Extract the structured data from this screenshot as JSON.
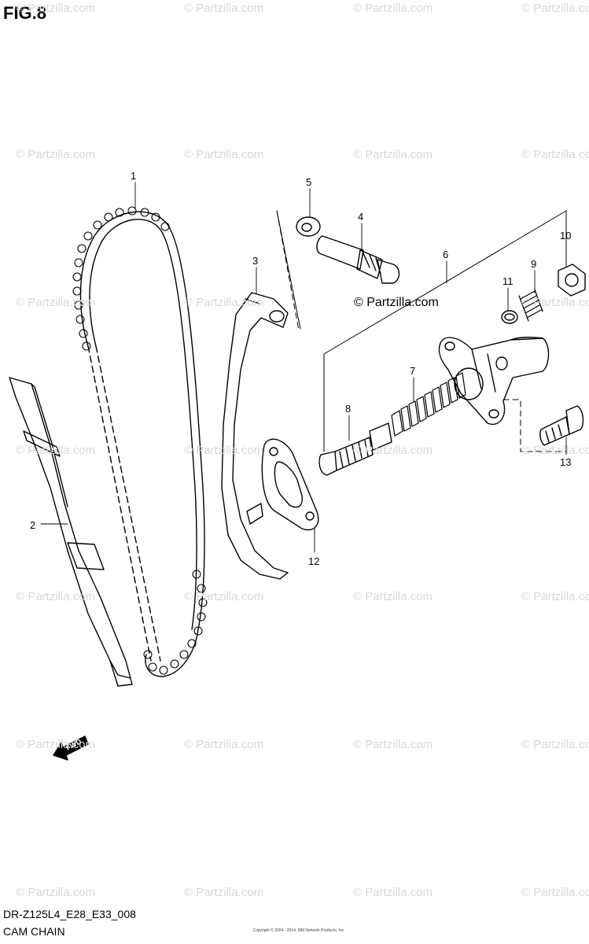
{
  "header": {
    "figure": "FIG.8"
  },
  "footer": {
    "model_code": "DR-Z125L4_E28_E33_008",
    "group_name": "CAM CHAIN",
    "small_text": "Copyright © 2004 - 2014, MM Network Products, Inc."
  },
  "watermark": {
    "text": "© Partzilla.com",
    "inline_text": "© Partzilla.com"
  },
  "callouts": [
    "1",
    "2",
    "3",
    "4",
    "5",
    "6",
    "7",
    "8",
    "9",
    "10",
    "11",
    "12",
    "13"
  ],
  "arrow": {
    "label": "FWD"
  },
  "colors": {
    "line": "#000000",
    "watermark": "#d7d7d7",
    "background": "#ffffff"
  }
}
